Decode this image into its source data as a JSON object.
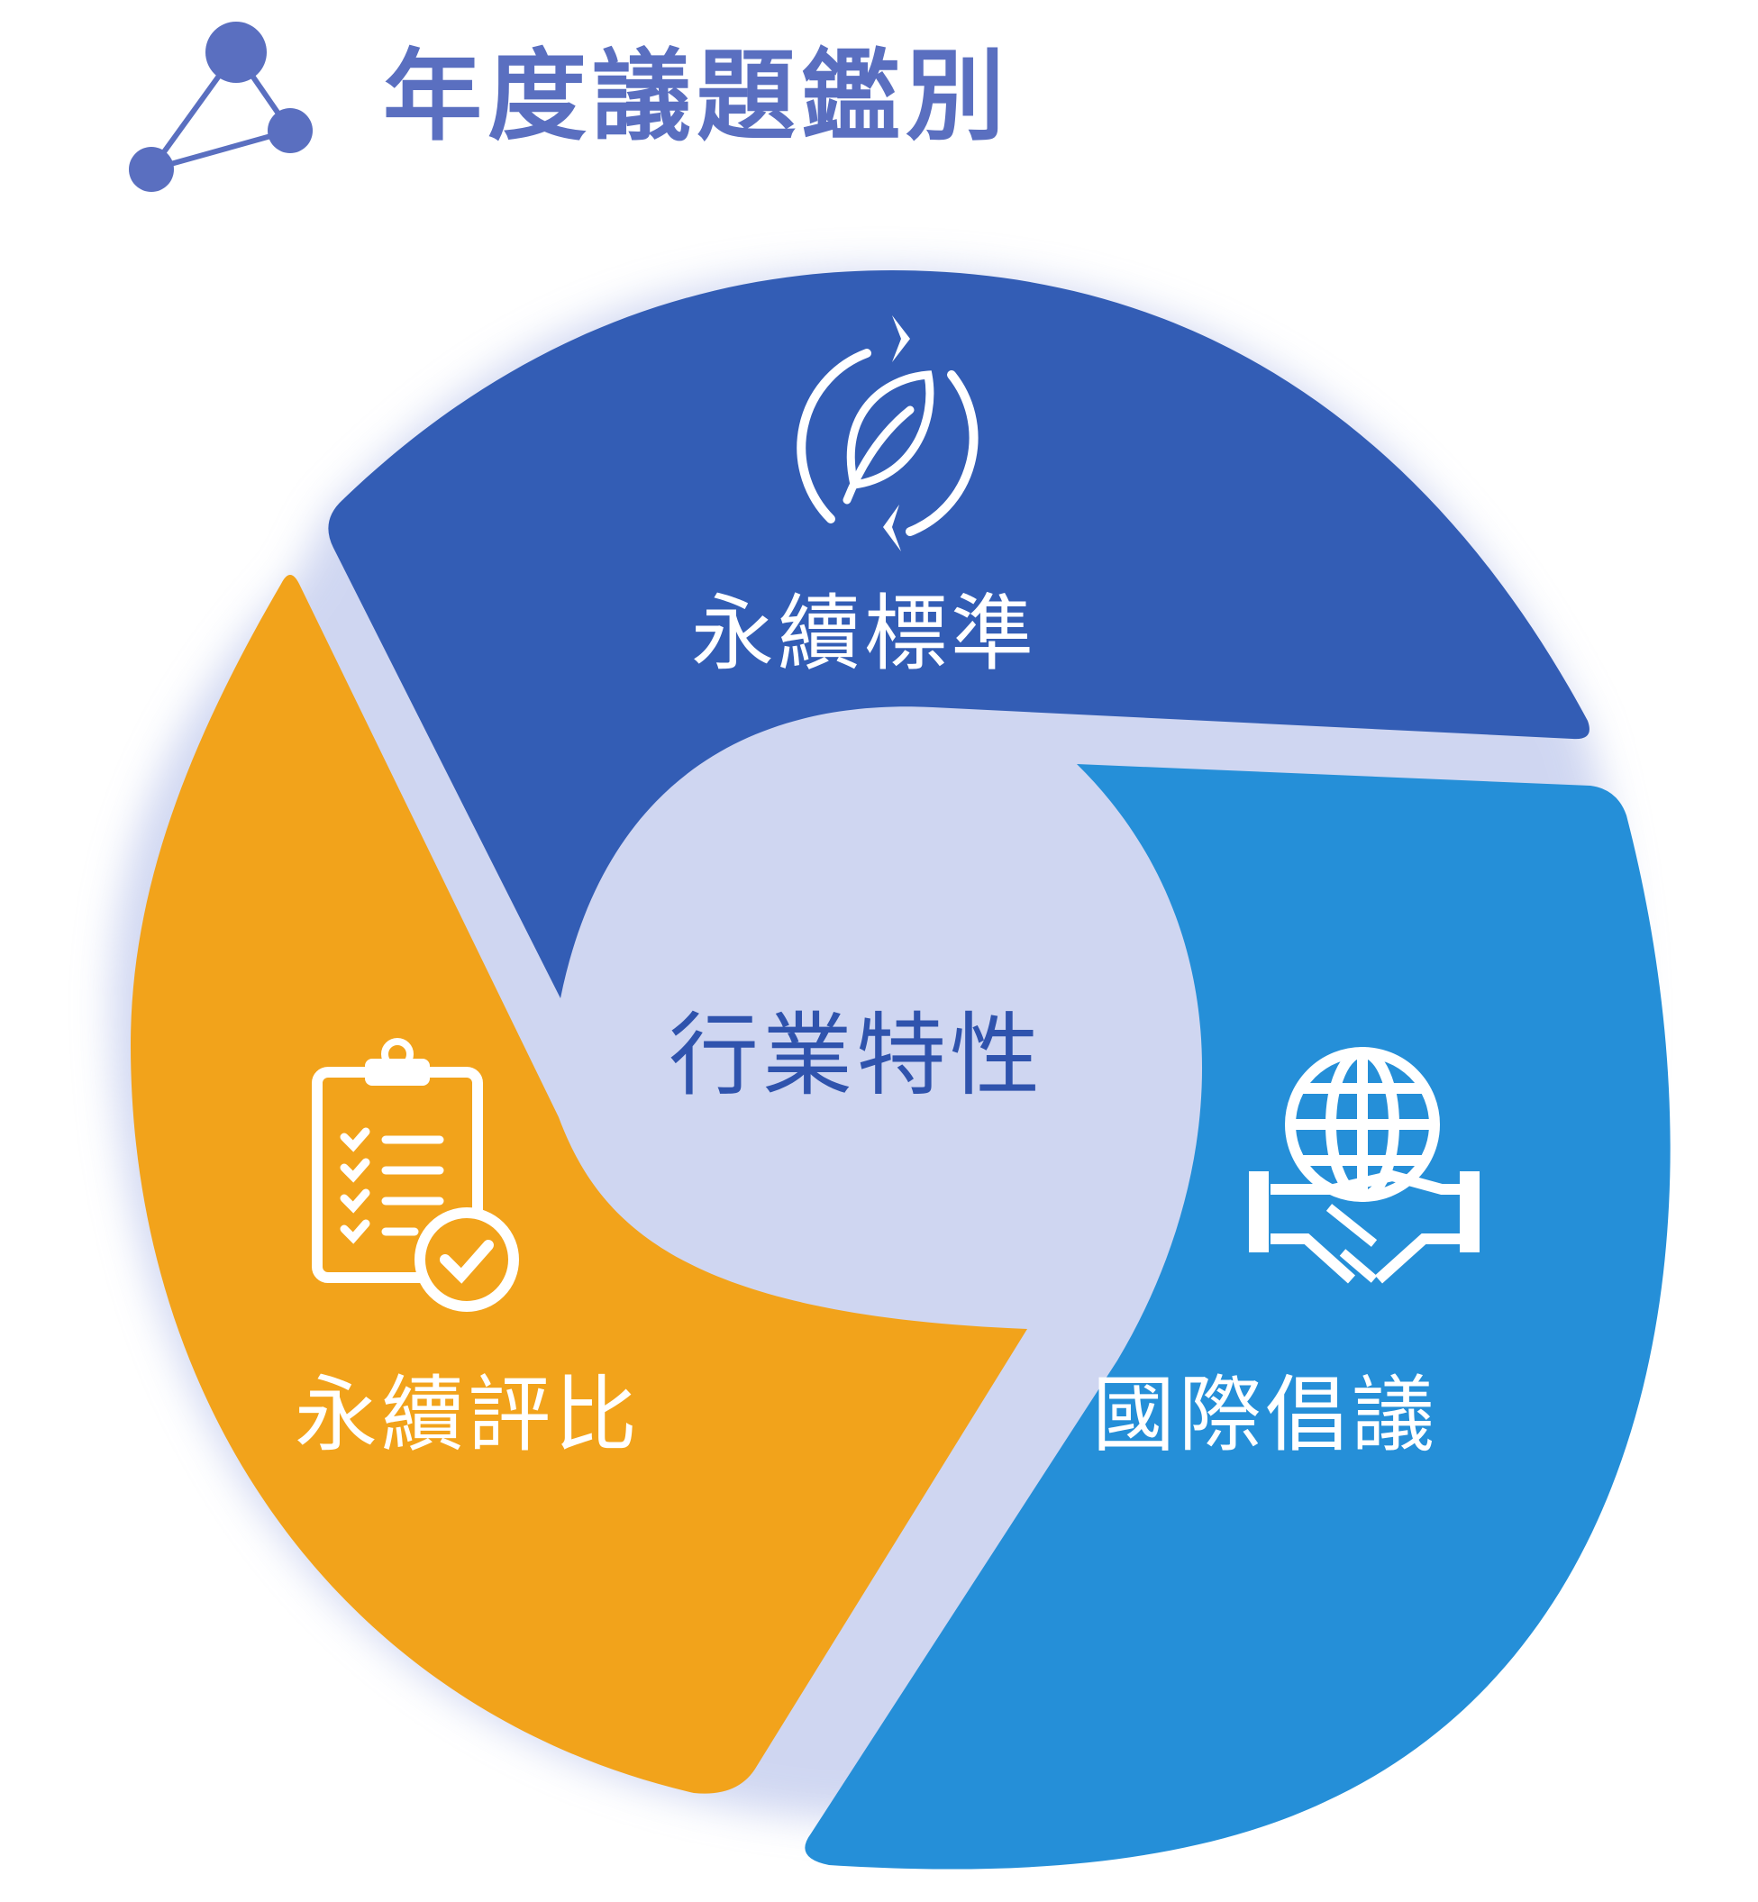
{
  "title": "年度議題鑑別",
  "center_label": "行業特性",
  "segments": [
    {
      "label": "永續標準",
      "icon": "leaf-recycle-icon",
      "color": "#335db5"
    },
    {
      "label": "國際倡議",
      "icon": "globe-handshake-icon",
      "color": "#258fd8"
    },
    {
      "label": "永續評比",
      "icon": "clipboard-checklist-icon",
      "color": "#f2a31b"
    }
  ],
  "colors": {
    "title": "#5a6fc0",
    "center_text": "#2f53ad",
    "glow": "#a9b6e6"
  }
}
